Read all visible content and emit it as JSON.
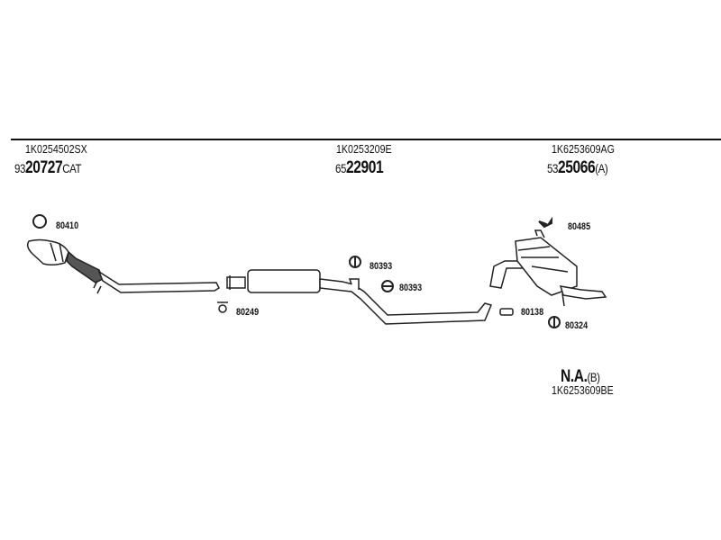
{
  "groups": [
    {
      "oe": "1K0254502SX",
      "prefix": "93",
      "number": "20727",
      "suffix": "CAT"
    },
    {
      "oe": "1K0253209E",
      "prefix": "65",
      "number": "22901",
      "suffix": ""
    },
    {
      "oe": "1K6253609AG",
      "prefix": "53",
      "number": "25066",
      "suffix": "(A)"
    }
  ],
  "alternative": {
    "number": "N.A.",
    "suffix": "(B)",
    "oe": "1K6253609BE"
  },
  "parts": [
    "80410",
    "80249",
    "80393",
    "80393",
    "80138",
    "80485",
    "80324"
  ]
}
